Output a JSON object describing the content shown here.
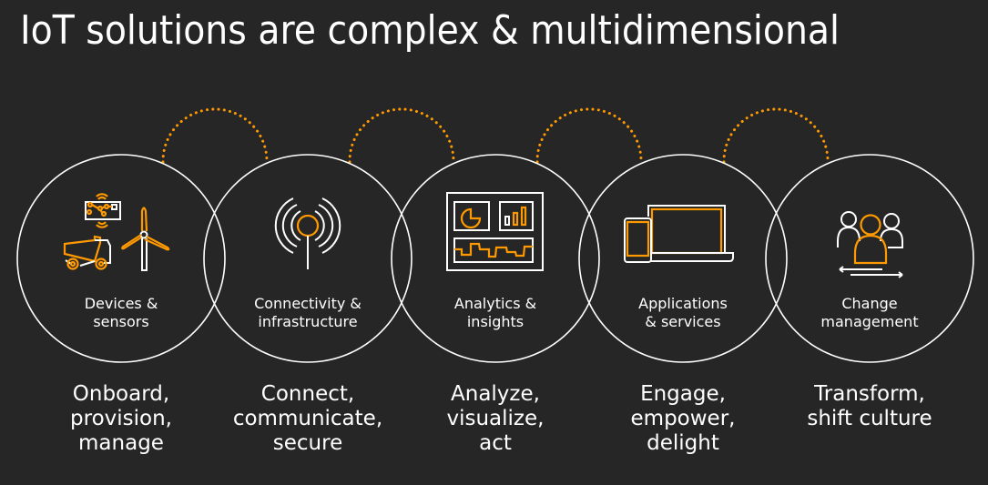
{
  "title": "IoT solutions are complex & multidimensional",
  "colors": {
    "background": "#262626",
    "accent": "#FF9900",
    "line": "#ffffff"
  },
  "stages": [
    {
      "icon": "devices-sensors-icon",
      "label": [
        "Devices &",
        "sensors"
      ],
      "actions": [
        "Onboard,",
        "provision,",
        "manage"
      ]
    },
    {
      "icon": "antenna-icon",
      "label": [
        "Connectivity &",
        "infrastructure"
      ],
      "actions": [
        "Connect,",
        "communicate,",
        "secure"
      ]
    },
    {
      "icon": "dashboard-icon",
      "label": [
        "Analytics &",
        "insights"
      ],
      "actions": [
        "Analyze,",
        "visualize,",
        "act"
      ]
    },
    {
      "icon": "laptop-phone-icon",
      "label": [
        "Applications",
        "& services"
      ],
      "actions": [
        "Engage,",
        "empower,",
        "delight"
      ]
    },
    {
      "icon": "people-icon",
      "label": [
        "Change",
        "management"
      ],
      "actions": [
        "Transform,",
        "shift culture"
      ]
    }
  ]
}
